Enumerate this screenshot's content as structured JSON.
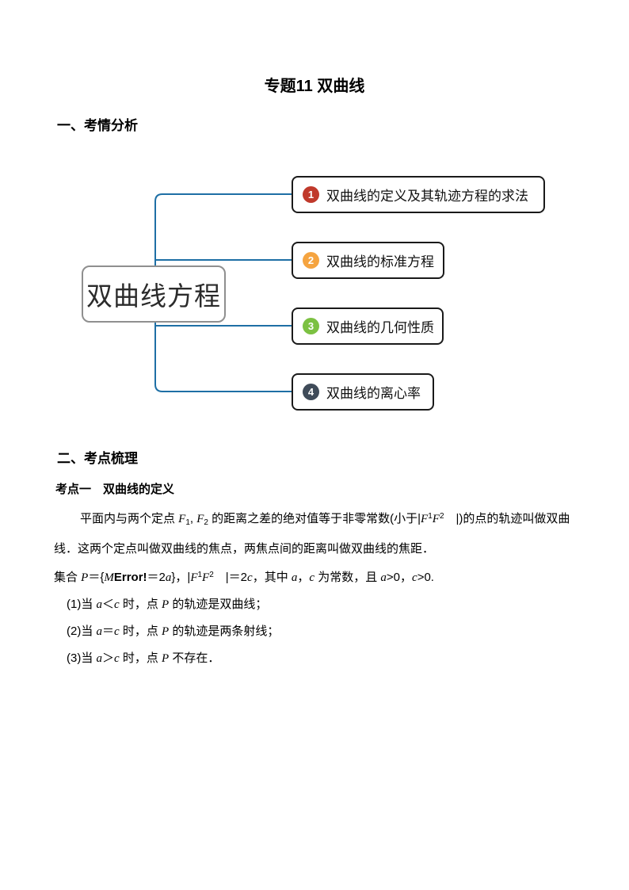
{
  "page": {
    "title": "专题11 双曲线",
    "section1": "一、考情分析",
    "section2": "二、考点梳理",
    "topic": "考点一　双曲线的定义"
  },
  "mindmap": {
    "root_label": "双曲线方程",
    "connector_color": "#1e6fa5",
    "nodes": [
      {
        "num": "1",
        "color": "#c0392b",
        "label": "双曲线的定义及其轨迹方程的求法"
      },
      {
        "num": "2",
        "color": "#f5a440",
        "label": "双曲线的标准方程"
      },
      {
        "num": "3",
        "color": "#7cc142",
        "label": "双曲线的几何性质"
      },
      {
        "num": "4",
        "color": "#3f4b59",
        "label": "双曲线的离心率"
      }
    ]
  },
  "content": {
    "para_definition": [
      {
        "t": "平面内与两个定点 "
      },
      {
        "t": "F",
        "c": "i"
      },
      {
        "t": "1",
        "c": "sub"
      },
      {
        "t": ", "
      },
      {
        "t": "F",
        "c": "i"
      },
      {
        "t": "2",
        "c": "sub"
      },
      {
        "t": " 的距离之差的绝对值等于非零常数(小于|"
      },
      {
        "t": "F",
        "c": "i"
      },
      {
        "t": "1",
        "c": "sup"
      },
      {
        "t": "F",
        "c": "i"
      },
      {
        "t": "2",
        "c": "sup"
      },
      {
        "t": "　|)的点的轨迹叫做双曲线．这两个定点叫做双曲线的焦点，两焦点间的距离叫做双曲线的焦距．"
      }
    ],
    "para_set": [
      {
        "t": "集合 "
      },
      {
        "t": "P",
        "c": "i"
      },
      {
        "t": "＝{"
      },
      {
        "t": "M",
        "c": "i"
      },
      {
        "t": "Error!",
        "c": "b"
      },
      {
        "t": "＝2"
      },
      {
        "t": "a",
        "c": "i"
      },
      {
        "t": "}，|"
      },
      {
        "t": "F",
        "c": "i"
      },
      {
        "t": "1",
        "c": "sup"
      },
      {
        "t": "F",
        "c": "i"
      },
      {
        "t": "2",
        "c": "sup"
      },
      {
        "t": "　|＝2"
      },
      {
        "t": "c",
        "c": "i"
      },
      {
        "t": "，其中 "
      },
      {
        "t": "a",
        "c": "i"
      },
      {
        "t": "，"
      },
      {
        "t": "c",
        "c": "i"
      },
      {
        "t": " 为常数，且 "
      },
      {
        "t": "a",
        "c": "i"
      },
      {
        "t": ">0，"
      },
      {
        "t": "c",
        "c": "i"
      },
      {
        "t": ">0."
      }
    ],
    "items": [
      [
        {
          "t": "(1)当 "
        },
        {
          "t": "a",
          "c": "i"
        },
        {
          "t": "＜"
        },
        {
          "t": "c",
          "c": "i"
        },
        {
          "t": " 时，点 "
        },
        {
          "t": "P",
          "c": "i"
        },
        {
          "t": " 的轨迹是双曲线；"
        }
      ],
      [
        {
          "t": "(2)当 "
        },
        {
          "t": "a",
          "c": "i"
        },
        {
          "t": "＝"
        },
        {
          "t": "c",
          "c": "i"
        },
        {
          "t": " 时，点 "
        },
        {
          "t": "P",
          "c": "i"
        },
        {
          "t": " 的轨迹是两条射线；"
        }
      ],
      [
        {
          "t": "(3)当 "
        },
        {
          "t": "a",
          "c": "i"
        },
        {
          "t": "＞"
        },
        {
          "t": "c",
          "c": "i"
        },
        {
          "t": " 时，点 "
        },
        {
          "t": "P",
          "c": "i"
        },
        {
          "t": " 不存在．"
        }
      ]
    ]
  }
}
